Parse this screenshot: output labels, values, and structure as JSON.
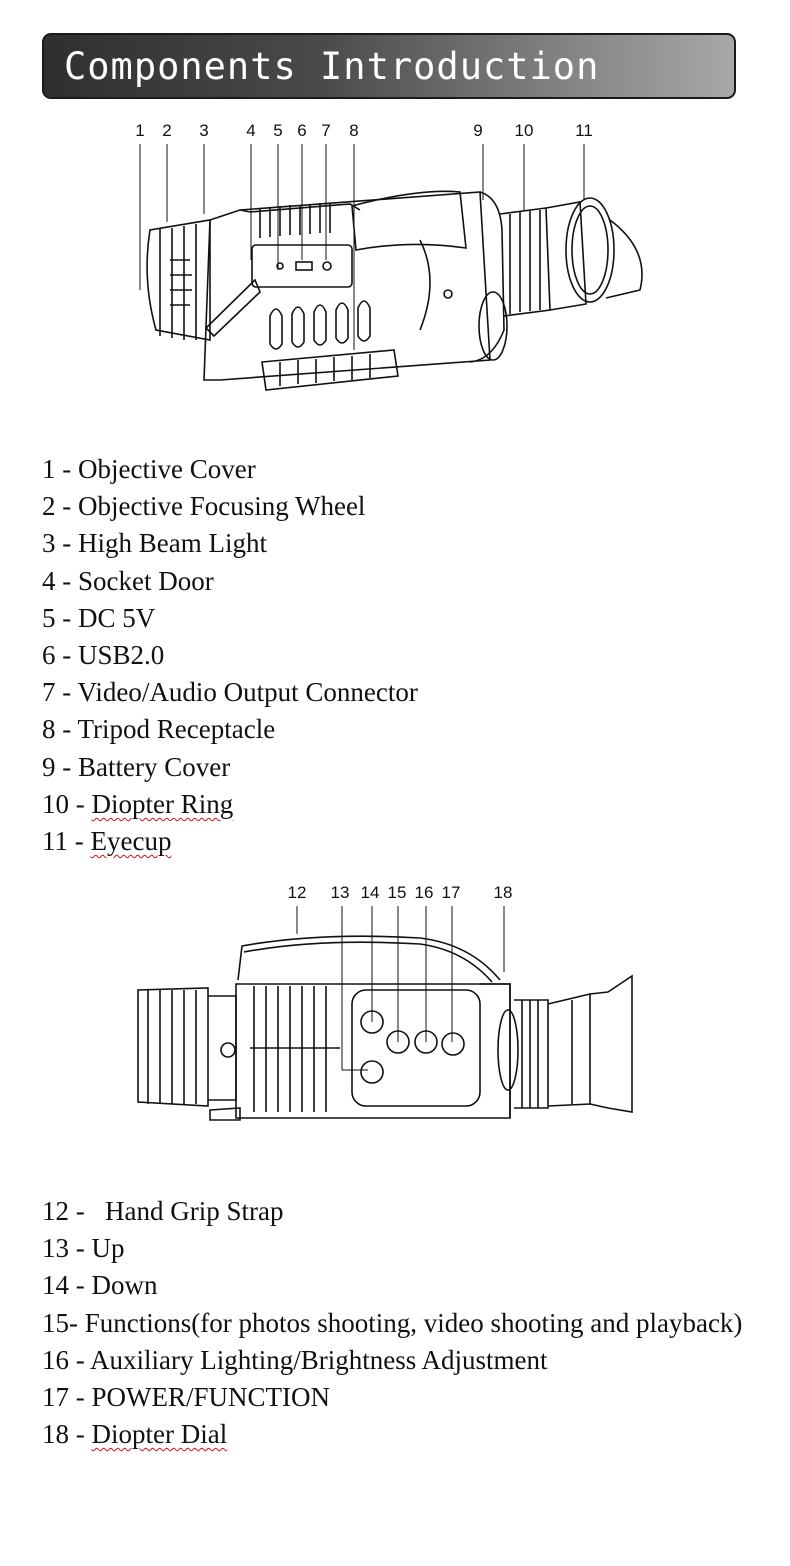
{
  "header": {
    "title": "Components Introduction"
  },
  "figure1": {
    "callouts": [
      {
        "label": "1"
      },
      {
        "label": "2"
      },
      {
        "label": "3"
      },
      {
        "label": "4"
      },
      {
        "label": "5"
      },
      {
        "label": "6"
      },
      {
        "label": "7"
      },
      {
        "label": "8"
      },
      {
        "label": "9"
      },
      {
        "label": "10"
      },
      {
        "label": "11"
      }
    ]
  },
  "list1": [
    {
      "num": "1 - ",
      "text": "Objective Cover"
    },
    {
      "num": "2 - ",
      "text": "Objective Focusing Wheel"
    },
    {
      "num": "3 - ",
      "text": "High Beam Light"
    },
    {
      "num": "4 - ",
      "text": "Socket Door"
    },
    {
      "num": "5 - ",
      "text": "DC 5V"
    },
    {
      "num": "6 - ",
      "text": "USB2.0"
    },
    {
      "num": "7 - ",
      "text": "Video/Audio Output Connector"
    },
    {
      "num": "8 - ",
      "text": "Tripod Receptacle"
    },
    {
      "num": "9 - ",
      "text": "Battery Cover"
    },
    {
      "num": "10 - ",
      "text": "Diopter Ring"
    },
    {
      "num": "11 - ",
      "text": "Eyecup"
    }
  ],
  "figure2": {
    "callouts": [
      {
        "label": "12"
      },
      {
        "label": "13"
      },
      {
        "label": "14"
      },
      {
        "label": "15"
      },
      {
        "label": "16"
      },
      {
        "label": "17"
      },
      {
        "label": "18"
      }
    ]
  },
  "list2": [
    {
      "num": "12 -   ",
      "text": "Hand Grip Strap"
    },
    {
      "num": "13 - ",
      "text": "Up"
    },
    {
      "num": "14 - ",
      "text": "Down"
    },
    {
      "num": "15- ",
      "text": "Functions(for photos shooting, video shooting and playback)"
    },
    {
      "num": "16 - ",
      "text": "Auxiliary Lighting/Brightness Adjustment"
    },
    {
      "num": "17 - ",
      "text": "POWER/FUNCTION"
    },
    {
      "num": "18 - ",
      "text": "Diopter Dial"
    }
  ]
}
